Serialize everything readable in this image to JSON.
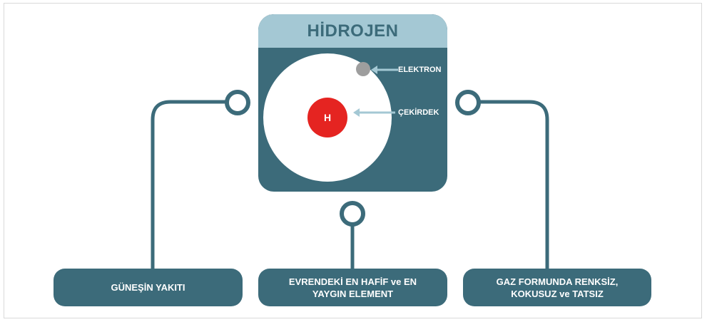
{
  "title": "HİDROJEN",
  "atom": {
    "nucleus_symbol": "H",
    "electron_label": "ELEKTRON",
    "nucleus_label": "ÇEKİRDEK"
  },
  "facts": [
    "GÜNEŞİN YAKITI",
    "EVRENDEKİ EN HAFİF ve EN YAYGIN ELEMENT",
    "GAZ FORMUNDA RENKSİZ, KOKUSUZ ve TATSIZ"
  ],
  "colors": {
    "primary": "#3c6b7a",
    "header": "#a4c8d4",
    "nucleus": "#e52421",
    "electron": "#9e9e9e",
    "arrow": "#a4c8d4"
  }
}
